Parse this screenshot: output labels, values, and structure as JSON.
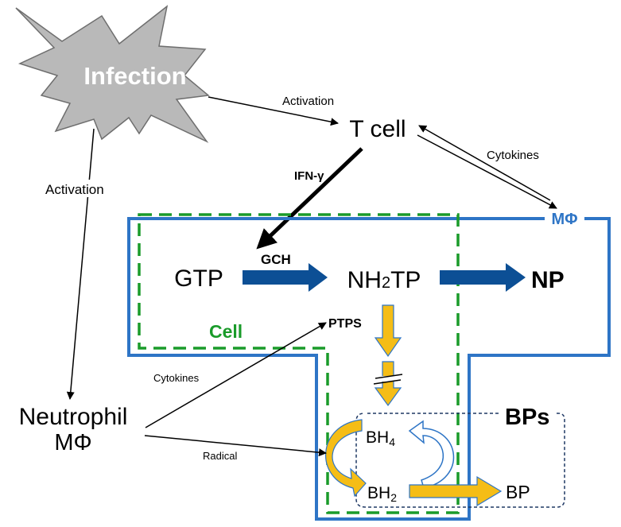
{
  "labels": {
    "infection": "Infection",
    "activation_top": "Activation",
    "t_cell": "T cell",
    "cytokines_right": "Cytokines",
    "ifn_gamma": "IFN-γ",
    "activation_left": "Activation",
    "macrophage": "MΦ",
    "gtp": "GTP",
    "gch": "GCH",
    "nh2tp_a": "NH",
    "nh2tp_sub": "2",
    "nh2tp_b": "TP",
    "np": "NP",
    "ptps": "PTPS",
    "cell": "Cell",
    "cytokines_left": "Cytokines",
    "neutrophil": "Neutrophil",
    "neutrophil_mphi": "MΦ",
    "radical": "Radical",
    "bh4_a": "BH",
    "bh4_sub": "4",
    "bh2_a": "BH",
    "bh2_sub": "2",
    "bps": "BPs",
    "bp": "BP"
  },
  "colors": {
    "blue_outline": "#2e75c6",
    "dark_blue_arrow": "#0c4f95",
    "green_dash": "#1a9b2a",
    "gold_arrow": "#f5bd16",
    "navy_dash": "#1f3864",
    "burst_fill": "#b9b9b9"
  }
}
